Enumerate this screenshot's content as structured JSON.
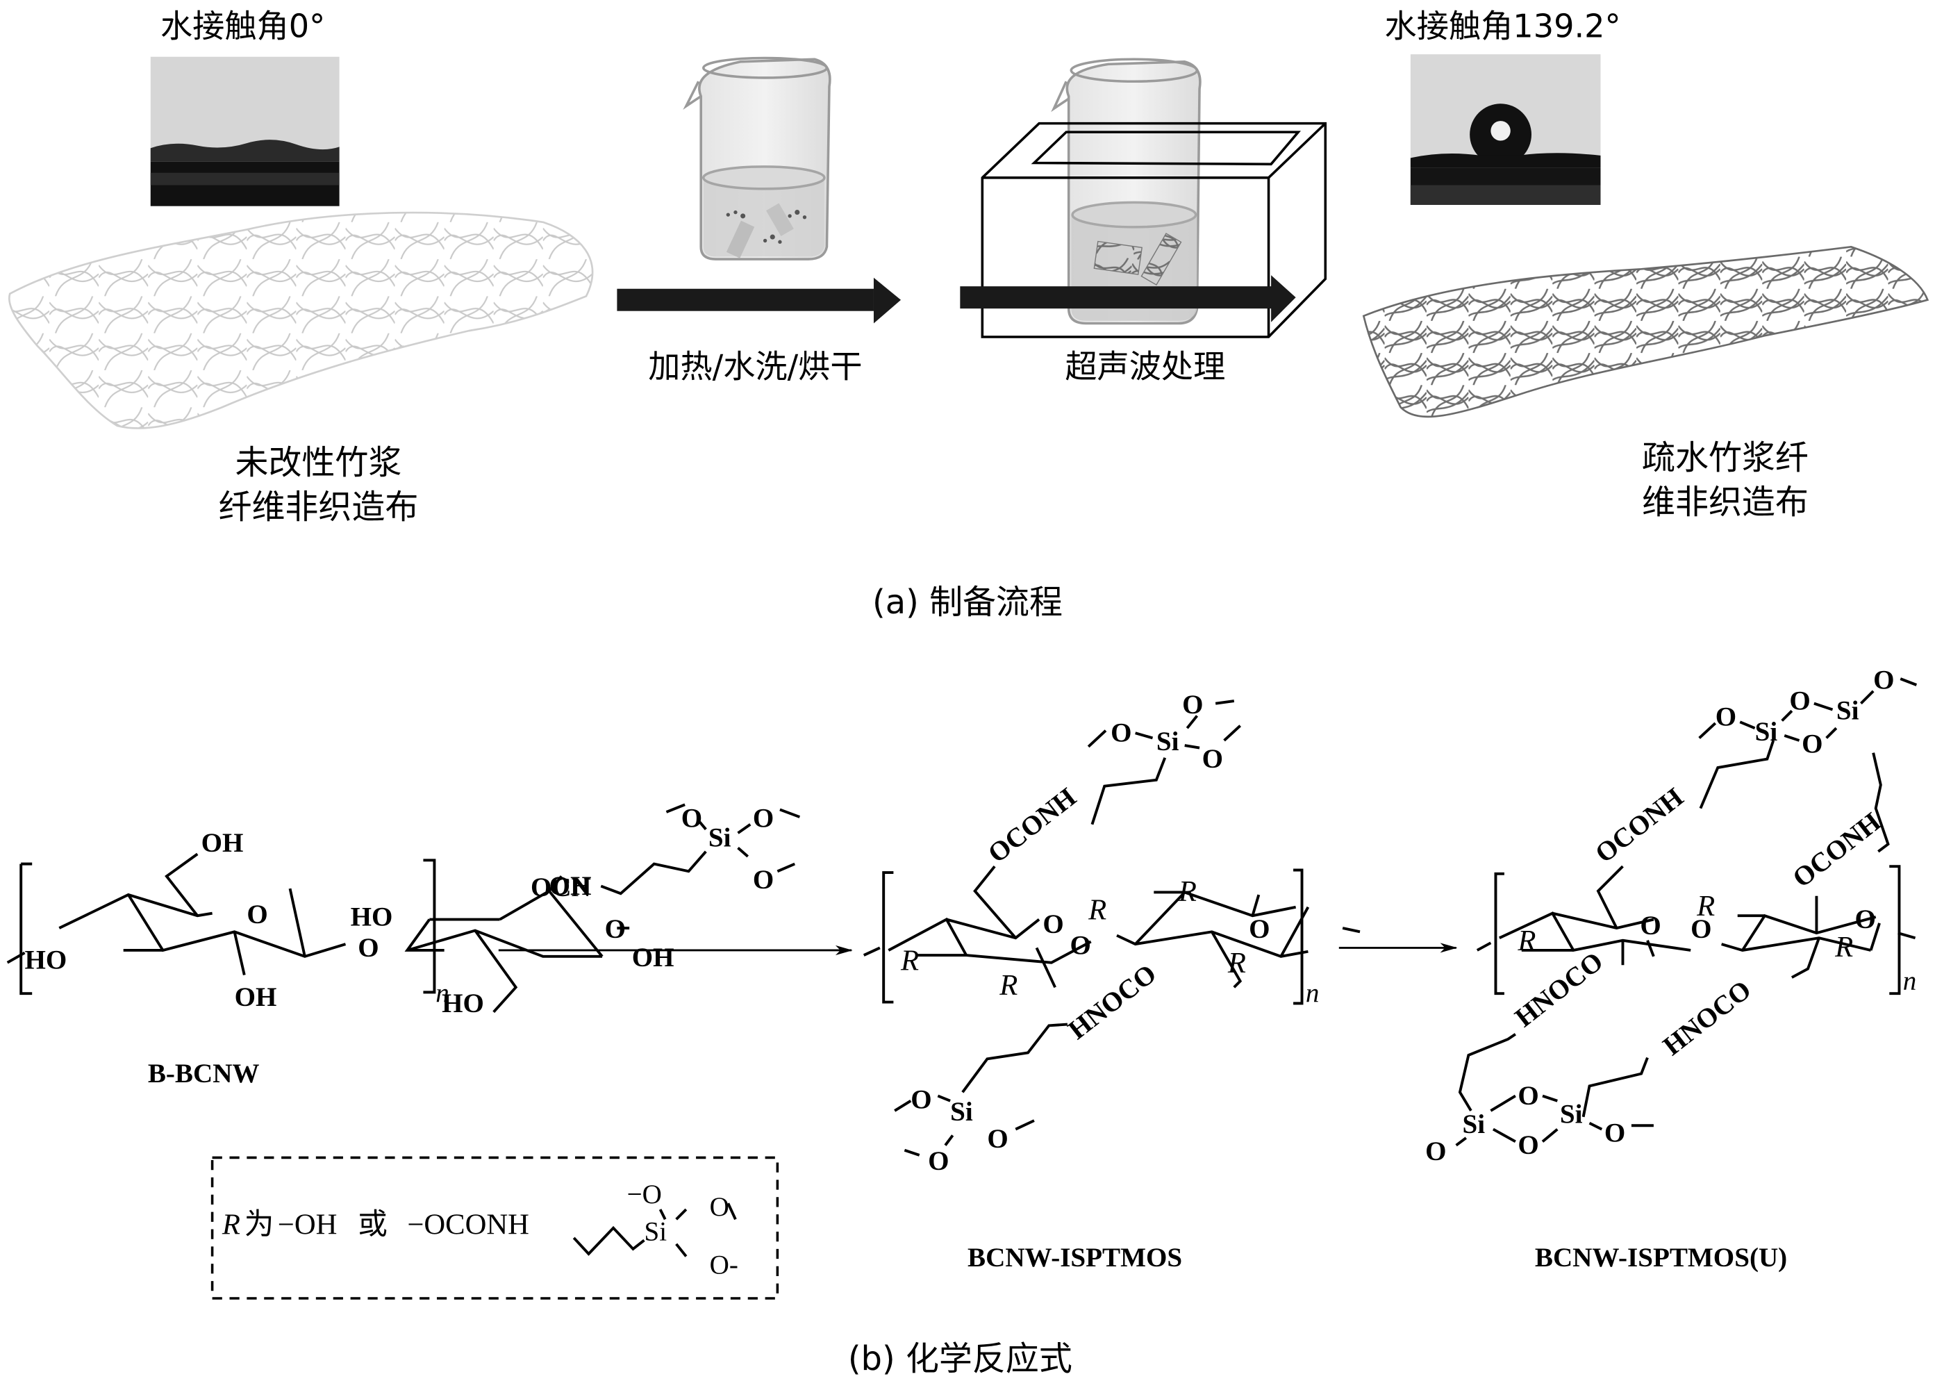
{
  "panel_a": {
    "contact_angle_left": "水接触角0°",
    "contact_angle_right": "水接触角139.2°",
    "step1_label": "加热/水洗/烘干",
    "step2_label": "超声波处理",
    "untreated_label_line1": "未改性竹浆",
    "untreated_label_line2": "纤维非织造布",
    "treated_label_line1": "疏水竹浆纤",
    "treated_label_line2": "维非织造布",
    "caption": "(a) 制备流程"
  },
  "panel_b": {
    "reagent": {
      "ocn": "OCN",
      "si": "Si",
      "o": "O"
    },
    "b_bcnw": {
      "name": "B-BCNW",
      "oh": "OH",
      "ho": "HO",
      "o": "O",
      "n": "n"
    },
    "bcnw_isptmos": {
      "name": "BCNW-ISPTMOS",
      "oconh": "OCONH",
      "hnoco": "HNOCO",
      "r": "R",
      "si": "Si",
      "o": "O",
      "n": "n"
    },
    "bcnw_isptmos_u": {
      "name": "BCNW-ISPTMOS(U)",
      "oconh": "OCONH",
      "hnoco": "HNOCO",
      "r": "R",
      "si": "Si",
      "o": "O",
      "n": "n"
    },
    "legend": {
      "r": "R",
      "wei": "为",
      "oh": "−OH",
      "huo": "或",
      "oconh": "−OCONH",
      "si": "Si",
      "o_top": "−O",
      "o_right": "O",
      "o_bottom": "O-"
    },
    "caption": "(b) 化学反应式"
  }
}
